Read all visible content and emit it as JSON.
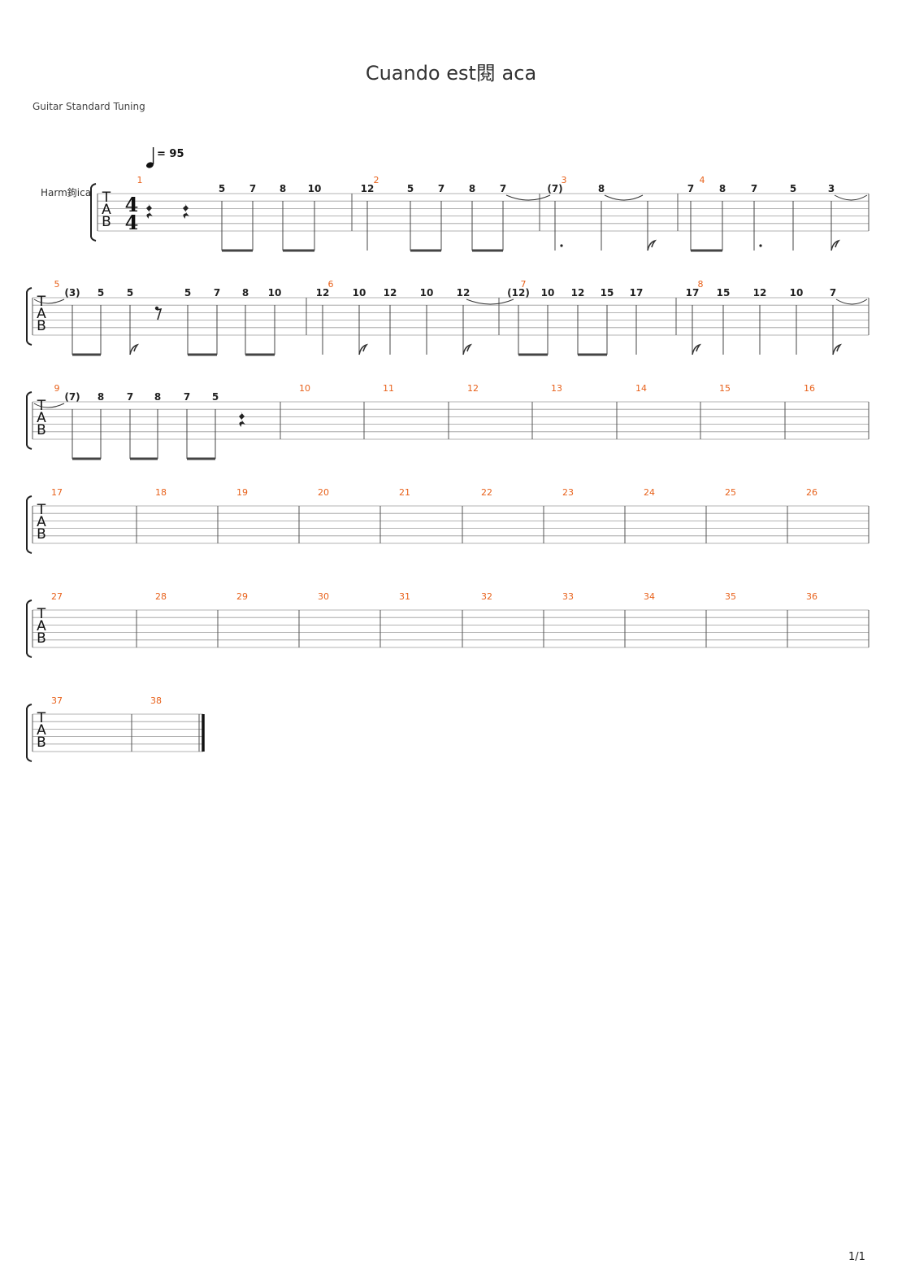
{
  "title": "Cuando est閱 aca",
  "tuning": "Guitar Standard Tuning",
  "instrument": "Harm鉤ica",
  "tempo": "= 95",
  "time_signature": {
    "top": "4",
    "bottom": "4"
  },
  "tab_letters": [
    "T",
    "A",
    "B"
  ],
  "page": "1/1",
  "colors": {
    "measure_number": "#e8621c",
    "staff_line": "#9a9a9a",
    "text": "#222222"
  },
  "systems": [
    {
      "bars": [
        {
          "number": "1",
          "events": [
            {
              "type": "rest",
              "duration": "quarter"
            },
            {
              "type": "rest",
              "duration": "quarter"
            },
            {
              "fret": "5",
              "duration": "eighth",
              "beam": "start"
            },
            {
              "fret": "7",
              "duration": "eighth",
              "beam": "end"
            },
            {
              "fret": "8",
              "duration": "eighth",
              "beam": "start"
            },
            {
              "fret": "10",
              "duration": "eighth",
              "beam": "end"
            }
          ]
        },
        {
          "number": "2",
          "events": [
            {
              "fret": "12",
              "duration": "quarter"
            },
            {
              "fret": "5",
              "duration": "eighth",
              "beam": "start"
            },
            {
              "fret": "7",
              "duration": "eighth",
              "beam": "end"
            },
            {
              "fret": "8",
              "duration": "eighth",
              "beam": "start"
            },
            {
              "fret": "7",
              "duration": "eighth",
              "beam": "end",
              "tie": true
            }
          ]
        },
        {
          "number": "3",
          "events": [
            {
              "fret": "(7)",
              "duration": "dotted-quarter"
            },
            {
              "fret": "8",
              "duration": "quarter",
              "tie": true
            },
            {
              "fret": "",
              "duration": "eighth-flag"
            }
          ]
        },
        {
          "number": "4",
          "events": [
            {
              "fret": "7",
              "duration": "eighth",
              "beam": "start"
            },
            {
              "fret": "8",
              "duration": "eighth",
              "beam": "end"
            },
            {
              "fret": "7",
              "duration": "dotted-quarter"
            },
            {
              "fret": "5",
              "duration": "quarter"
            },
            {
              "fret": "3",
              "duration": "eighth-flag",
              "tie": true
            }
          ]
        }
      ]
    },
    {
      "bars": [
        {
          "number": "5",
          "events": [
            {
              "fret": "(3)",
              "duration": "eighth",
              "beam": "start"
            },
            {
              "fret": "5",
              "duration": "eighth",
              "beam": "end"
            },
            {
              "fret": "5",
              "duration": "eighth-flag"
            },
            {
              "type": "rest",
              "duration": "eighth"
            },
            {
              "fret": "5",
              "duration": "eighth",
              "beam": "start"
            },
            {
              "fret": "7",
              "duration": "eighth",
              "beam": "end"
            },
            {
              "fret": "8",
              "duration": "eighth",
              "beam": "start"
            },
            {
              "fret": "10",
              "duration": "eighth",
              "beam": "end"
            }
          ]
        },
        {
          "number": "6",
          "events": [
            {
              "fret": "12",
              "duration": "quarter"
            },
            {
              "fret": "10",
              "duration": "eighth-flag"
            },
            {
              "fret": "12",
              "duration": "quarter"
            },
            {
              "fret": "10",
              "duration": "quarter"
            },
            {
              "fret": "12",
              "duration": "eighth-flag",
              "tie": true
            }
          ]
        },
        {
          "number": "7",
          "events": [
            {
              "fret": "(12)",
              "duration": "eighth",
              "beam": "start"
            },
            {
              "fret": "10",
              "duration": "eighth",
              "beam": "end"
            },
            {
              "fret": "12",
              "duration": "eighth",
              "beam": "start"
            },
            {
              "fret": "15",
              "duration": "eighth",
              "beam": "end"
            },
            {
              "fret": "17",
              "duration": "quarter"
            }
          ]
        },
        {
          "number": "8",
          "events": [
            {
              "fret": "17",
              "duration": "eighth-flag"
            },
            {
              "fret": "15",
              "duration": "quarter"
            },
            {
              "fret": "12",
              "duration": "quarter"
            },
            {
              "fret": "10",
              "duration": "quarter"
            },
            {
              "fret": "7",
              "duration": "eighth-flag",
              "tie": true
            }
          ]
        }
      ]
    },
    {
      "bars": [
        {
          "number": "9",
          "events": [
            {
              "fret": "(7)",
              "duration": "eighth",
              "beam": "start"
            },
            {
              "fret": "8",
              "duration": "eighth",
              "beam": "end"
            },
            {
              "fret": "7",
              "duration": "eighth",
              "beam": "start"
            },
            {
              "fret": "8",
              "duration": "eighth",
              "beam": "end"
            },
            {
              "fret": "7",
              "duration": "eighth",
              "beam": "start"
            },
            {
              "fret": "5",
              "duration": "eighth",
              "beam": "end"
            },
            {
              "type": "rest",
              "duration": "quarter"
            }
          ]
        },
        {
          "number": "10",
          "events": []
        },
        {
          "number": "11",
          "events": []
        },
        {
          "number": "12",
          "events": []
        },
        {
          "number": "13",
          "events": []
        },
        {
          "number": "14",
          "events": []
        },
        {
          "number": "15",
          "events": []
        },
        {
          "number": "16",
          "events": []
        }
      ]
    },
    {
      "bars": [
        {
          "number": "17",
          "events": []
        },
        {
          "number": "18",
          "events": []
        },
        {
          "number": "19",
          "events": []
        },
        {
          "number": "20",
          "events": []
        },
        {
          "number": "21",
          "events": []
        },
        {
          "number": "22",
          "events": []
        },
        {
          "number": "23",
          "events": []
        },
        {
          "number": "24",
          "events": []
        },
        {
          "number": "25",
          "events": []
        },
        {
          "number": "26",
          "events": []
        }
      ]
    },
    {
      "bars": [
        {
          "number": "27",
          "events": []
        },
        {
          "number": "28",
          "events": []
        },
        {
          "number": "29",
          "events": []
        },
        {
          "number": "30",
          "events": []
        },
        {
          "number": "31",
          "events": []
        },
        {
          "number": "32",
          "events": []
        },
        {
          "number": "33",
          "events": []
        },
        {
          "number": "34",
          "events": []
        },
        {
          "number": "35",
          "events": []
        },
        {
          "number": "36",
          "events": []
        }
      ]
    },
    {
      "final_barline": true,
      "bars": [
        {
          "number": "37",
          "events": []
        },
        {
          "number": "38",
          "events": []
        }
      ]
    }
  ]
}
